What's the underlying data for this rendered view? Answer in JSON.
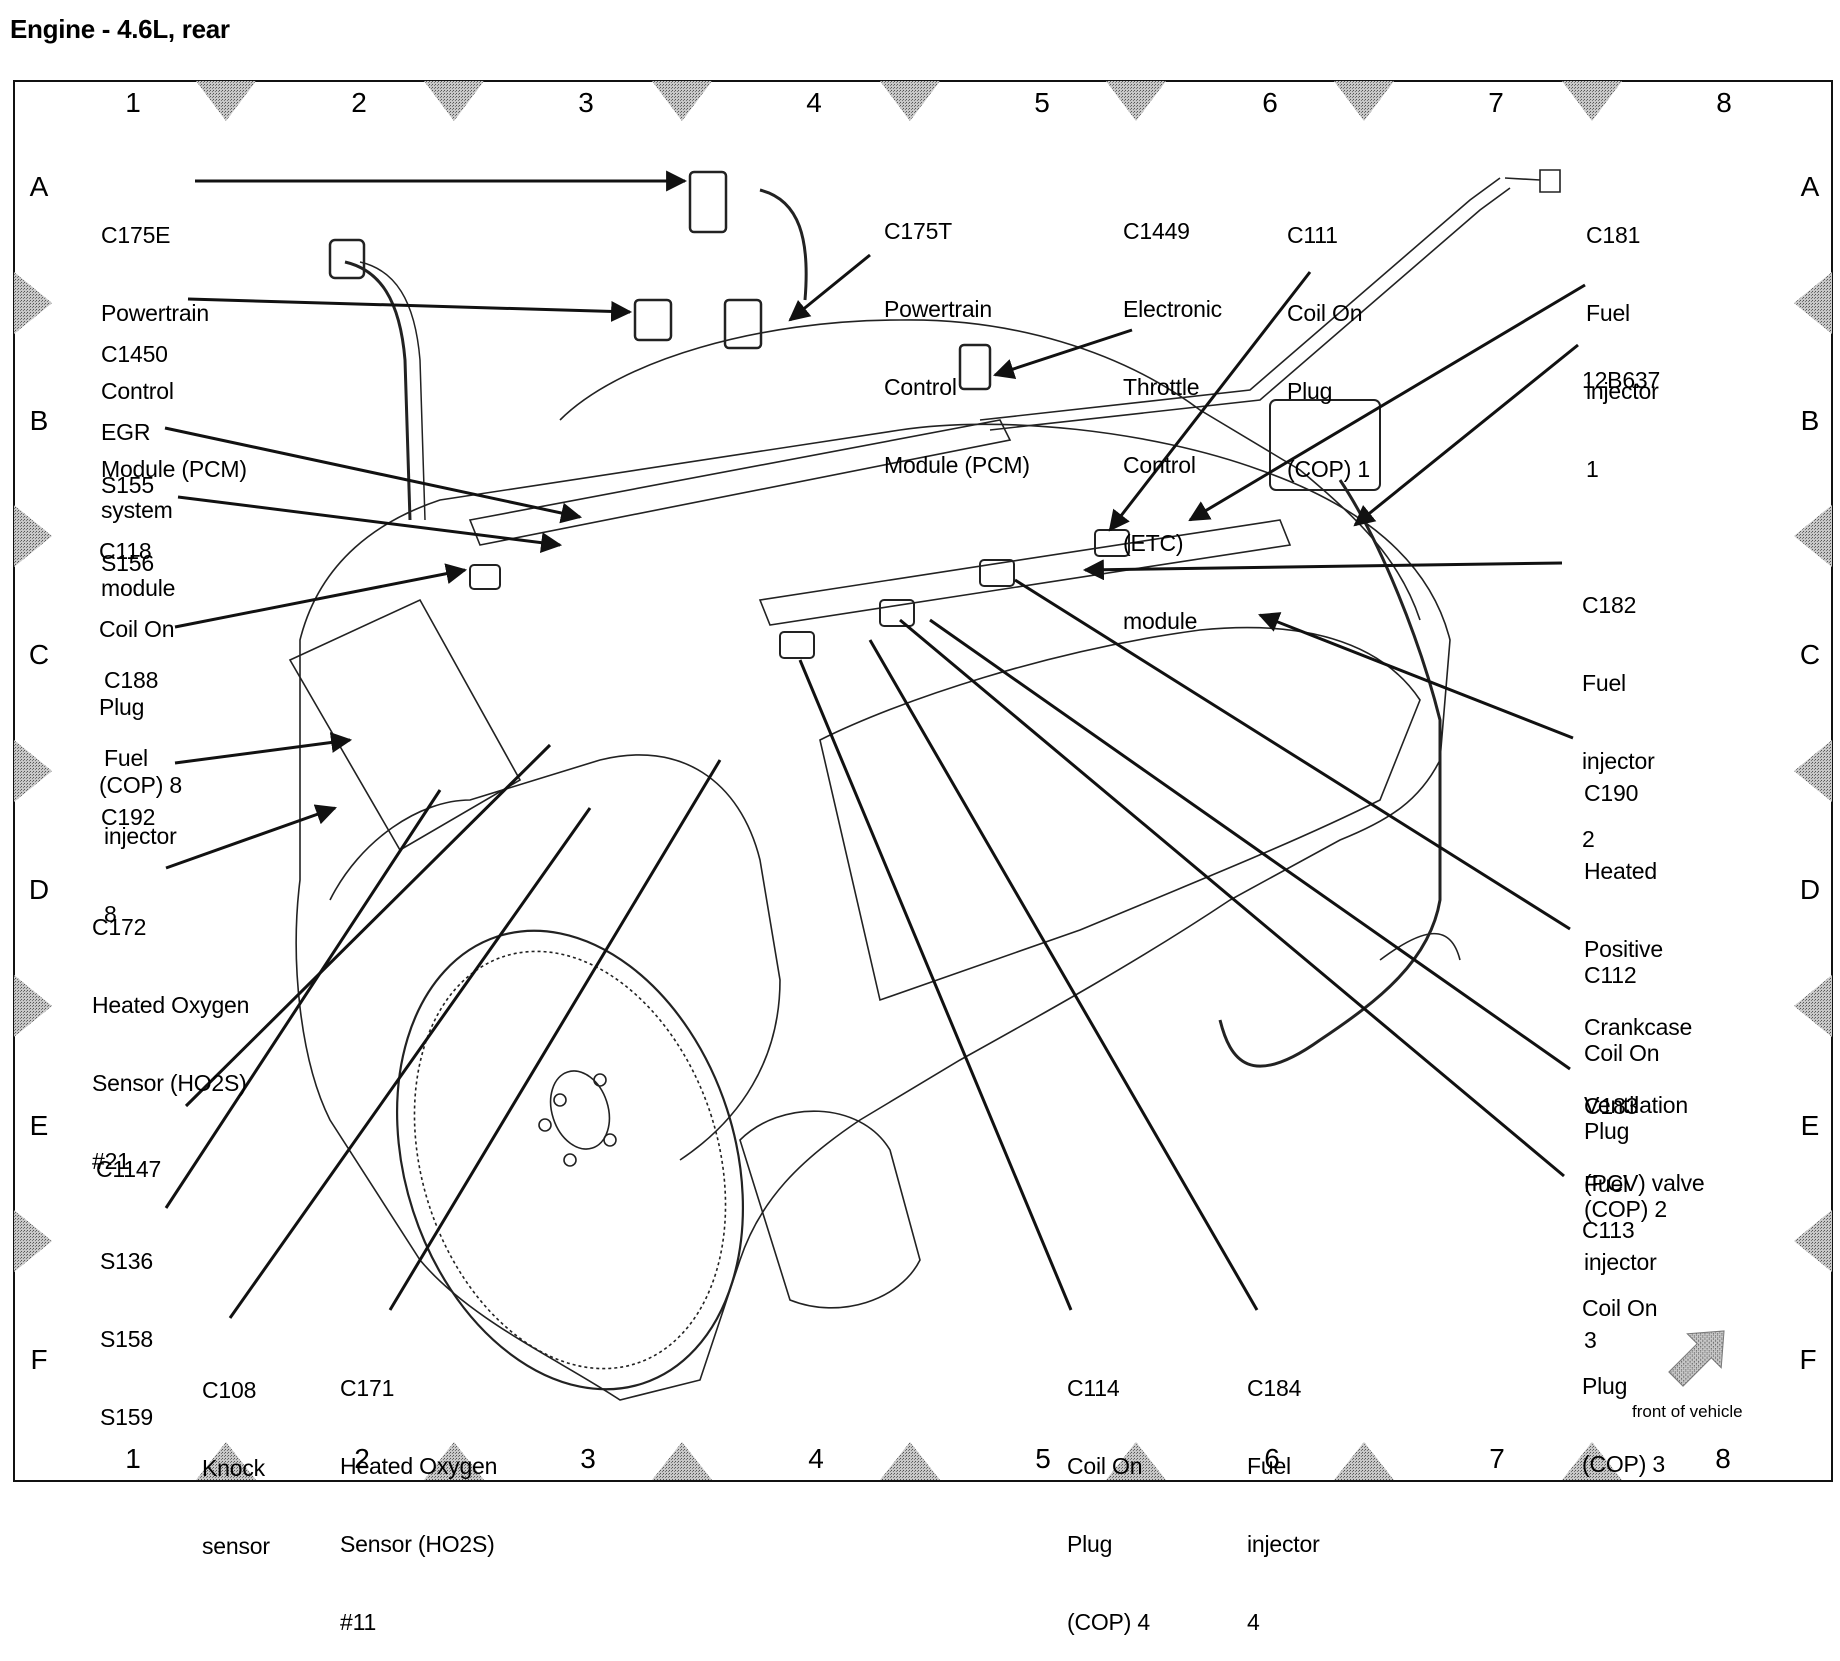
{
  "title": "Engine - 4.6L, rear",
  "grid": {
    "columns": [
      "1",
      "2",
      "3",
      "4",
      "5",
      "6",
      "7",
      "8"
    ],
    "rows": [
      "A",
      "B",
      "C",
      "D",
      "E",
      "F"
    ]
  },
  "labels": {
    "c175e": [
      "C175E",
      "Powertrain",
      "Control",
      "Module (PCM)"
    ],
    "c1450": [
      "C1450",
      "EGR",
      "system",
      "module"
    ],
    "s155": [
      "S155",
      "S156"
    ],
    "c118": [
      "C118",
      "Coil On",
      "Plug",
      "(COP) 8"
    ],
    "c188": [
      "C188",
      "Fuel",
      "injector",
      "8"
    ],
    "c192": [
      "C192"
    ],
    "c172": [
      "C172",
      "Heated Oxygen",
      "Sensor (HO2S)",
      "#21"
    ],
    "c1147": [
      "C1147"
    ],
    "s136": [
      "S136",
      "S158",
      "S159"
    ],
    "c108": [
      "C108",
      "Knock",
      "sensor"
    ],
    "c171": [
      "C171",
      "Heated Oxygen",
      "Sensor (HO2S)",
      "#11"
    ],
    "c175t": [
      "C175T",
      "Powertrain",
      "Control",
      "Module (PCM)"
    ],
    "c1449": [
      "C1449",
      "Electronic",
      "Throttle",
      "Control",
      "(ETC)",
      "module"
    ],
    "c111": [
      "C111",
      "Coil On",
      "Plug",
      "(COP) 1"
    ],
    "c181": [
      "C181",
      "Fuel",
      "injector",
      "1"
    ],
    "b12b637": [
      "12B637"
    ],
    "c182": [
      "C182",
      "Fuel",
      "injector",
      "2"
    ],
    "c190": [
      "C190",
      "Heated",
      "Positive",
      "Crankcase",
      "Ventilation",
      "(PCV) valve"
    ],
    "c112": [
      "C112",
      "Coil On",
      "Plug",
      "(COP) 2"
    ],
    "c183": [
      "C183",
      "Fuel",
      "injector",
      "3"
    ],
    "c113": [
      "C113",
      "Coil On",
      "Plug",
      "(COP) 3"
    ],
    "c114": [
      "C114",
      "Coil On",
      "Plug",
      "(COP) 4"
    ],
    "c184": [
      "C184",
      "Fuel",
      "injector",
      "4"
    ]
  },
  "orientation": {
    "text": "front of vehicle",
    "icon": "arrow-up-right-icon"
  },
  "colors": {
    "line": "#111111",
    "marker": "#9a9a9a",
    "drawing": "#222222"
  }
}
